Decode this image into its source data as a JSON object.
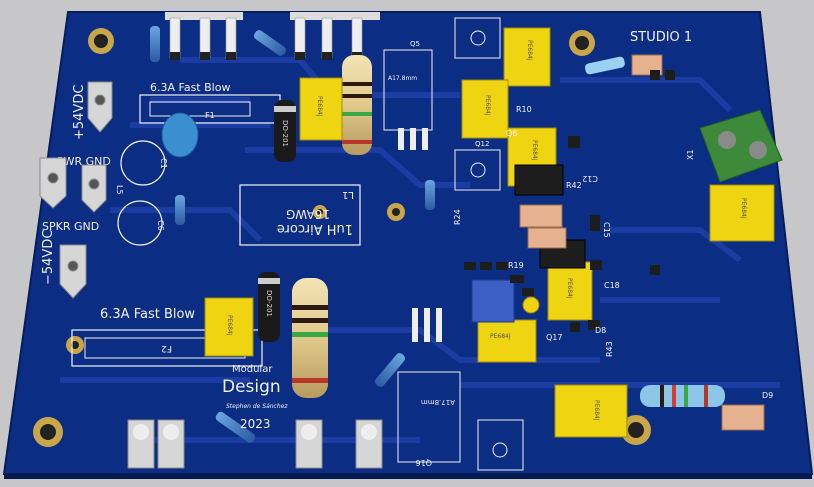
{
  "board": {
    "brand_small": "Modular",
    "brand_big": "Design",
    "tagline": "Stephen de Sánchez",
    "year": "2023",
    "title": "STUDIO 1"
  },
  "silkscreen": {
    "fuse1": "6.3A Fast Blow",
    "fuse2": "6.3A Fast Blow",
    "f1": "F1",
    "f2": "F2",
    "pos_supply": "+54VDC",
    "neg_supply": "−54VDC",
    "pwr_gnd": "PWR GND",
    "spkr_gnd": "SPKR GND",
    "inductor_line1": "1uH Aircore",
    "inductor_line2": "16AWG",
    "inductor_ref": "L1",
    "q5": "Q5",
    "q12": "Q12",
    "q16": "Q16",
    "q17": "Q17",
    "q6": "Q6",
    "a17_top": "A17.8mm",
    "a17_bottom": "A17.8mm",
    "r10": "R10",
    "r42": "R42",
    "r43": "R43",
    "r24": "R24",
    "c12": "C12",
    "c15": "C15",
    "c18": "C18",
    "d8": "D8",
    "d9": "D9",
    "x1": "X1",
    "c1": "C1",
    "c6": "C6",
    "l5": "L5",
    "r19": "R19"
  },
  "parts": {
    "cap_label": "PE684J",
    "diode_label": "DO-201"
  },
  "colors": {
    "pcb": "#0b2d83",
    "copper_trace": "#17369a",
    "silkscreen": "#f2f2f2",
    "film_cap": "#efd411",
    "terminal": "#3c8a3a"
  }
}
